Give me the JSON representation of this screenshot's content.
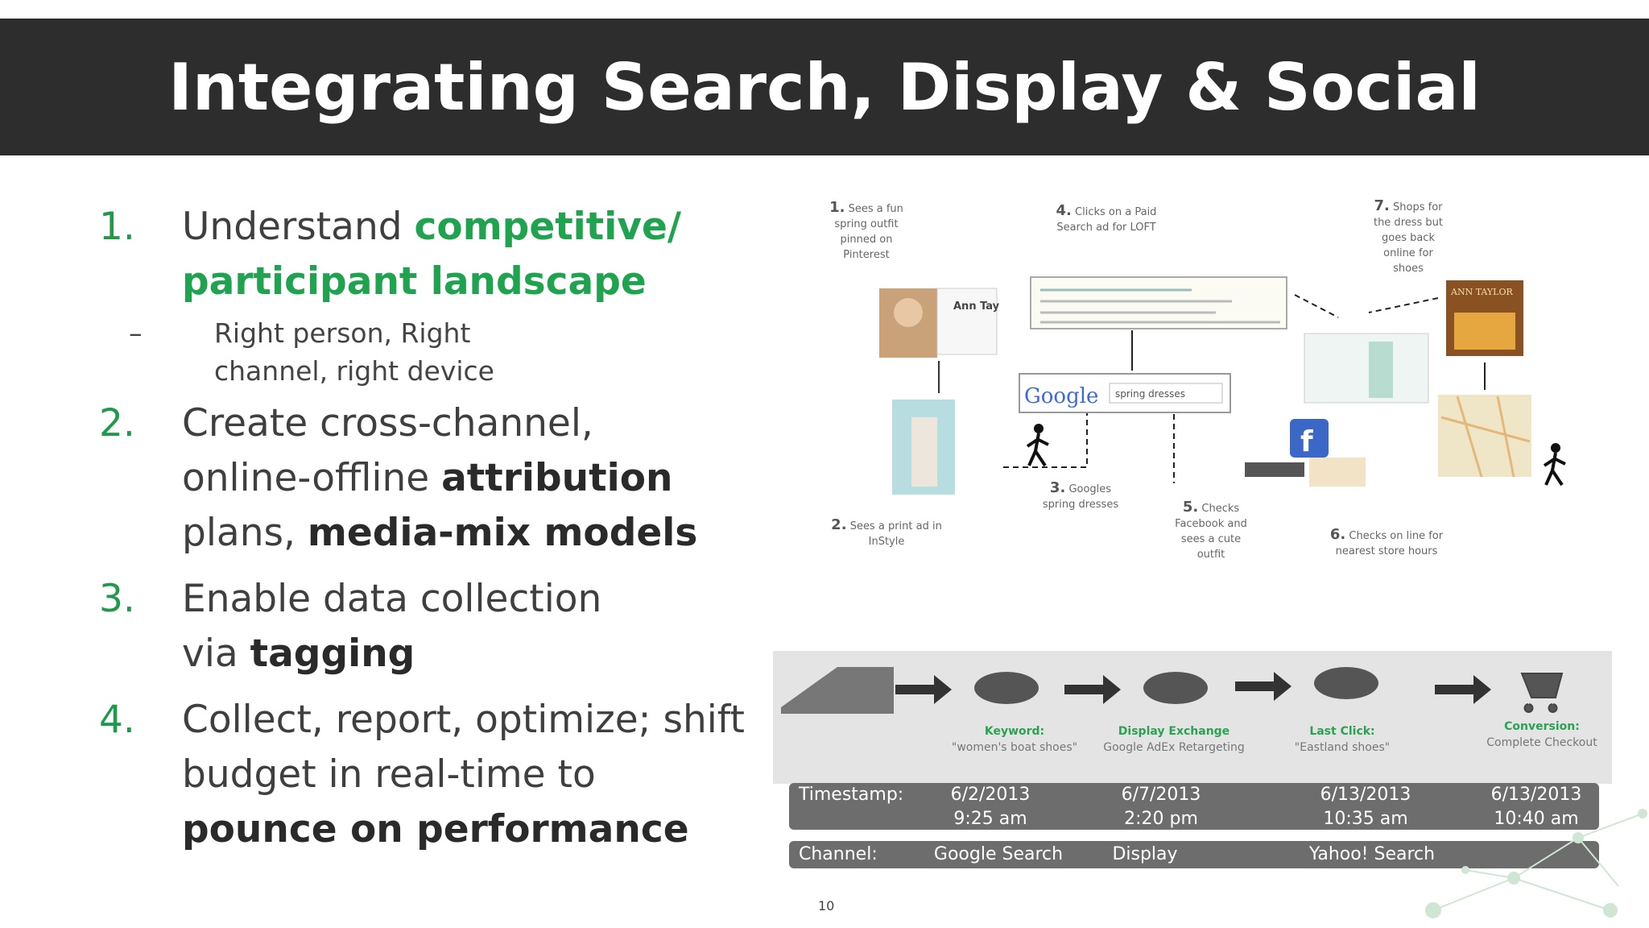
{
  "title": {
    "strong": "Integrating",
    "rest": "Search, Display & Social"
  },
  "list": [
    {
      "num": "1.",
      "text1": "Understand ",
      "green1": "competitive/",
      "green2": "participant landscape"
    },
    {
      "sub_dash": "–",
      "sub_line1": "Right person, Right",
      "sub_line2": "channel, right device"
    },
    {
      "num": "2.",
      "line1": "Create cross-channel,",
      "line2_a": "online-offline ",
      "line2_b": "attribution",
      "line3_a": "plans, ",
      "line3_b": "media-mix models"
    },
    {
      "num": "3.",
      "line1": "Enable data collection",
      "line2_a": "via ",
      "line2_b": "tagging"
    },
    {
      "num": "4.",
      "line1": "Collect, report, optimize; shift",
      "line2": "budget in real-time to",
      "line3": "pounce on performance"
    }
  ],
  "diagram": {
    "steps": [
      {
        "n": "1.",
        "text": "Sees a fun spring outfit pinned on Pinterest"
      },
      {
        "n": "2.",
        "text": "Sees a print ad in InStyle"
      },
      {
        "n": "3.",
        "text": "Googles spring dresses"
      },
      {
        "n": "4.",
        "text": "Clicks on a Paid Search ad for LOFT"
      },
      {
        "n": "5.",
        "text": "Checks Facebook and sees a cute outfit"
      },
      {
        "n": "6.",
        "text": "Checks on line for nearest store hours"
      },
      {
        "n": "7.",
        "text": "Shops for the dress but goes back online for shoes"
      }
    ],
    "pinterest_card": "Ann Tay",
    "google_logo": "Google",
    "google_query": "spring dresses",
    "store_sign": "ANN TAYLOR",
    "fb_letter": "f"
  },
  "journey": {
    "steps": [
      {
        "k": "Keyword:",
        "v": "\"women's boat shoes\""
      },
      {
        "k": "Display Exchange",
        "v": "Google AdEx Retargeting"
      },
      {
        "k": "Last Click:",
        "v": "\"Eastland shoes\""
      },
      {
        "k": "Conversion:",
        "v": "Complete Checkout"
      }
    ],
    "timestamp_label": "Timestamp:",
    "timestamps": [
      {
        "d": "6/2/2013",
        "t": "9:25 am"
      },
      {
        "d": "6/7/2013",
        "t": "2:20 pm"
      },
      {
        "d": "6/13/2013",
        "t": "10:35 am"
      },
      {
        "d": "6/13/2013",
        "t": "10:40 am"
      }
    ],
    "channel_label": "Channel:",
    "channels": [
      "Google Search",
      "Display",
      "Yahoo! Search"
    ]
  },
  "page_number": "10",
  "colors": {
    "title_bar": "#2d2d2d",
    "accent_green": "#1fa34f",
    "journey_bar": "#6d6d6d"
  }
}
